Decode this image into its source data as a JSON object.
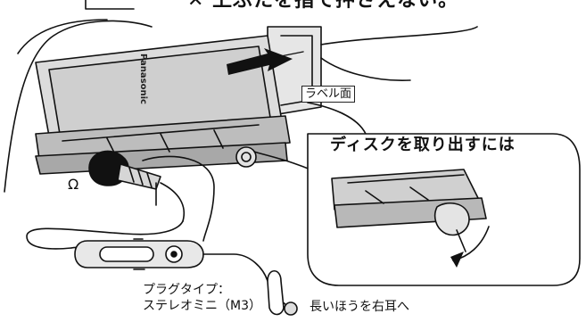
{
  "warning_text": "上ぶたを指で押さえない。",
  "warning_mark": "✕",
  "label_face": "ラベル面",
  "brand": "Panasonic",
  "callout_title": "ディスクを取り出すには",
  "plug_type_line1": "プラグタイプ：",
  "plug_type_line2": "ステレオミニ（M3）",
  "long_side_text": "長いほうを右耳へ",
  "headphone_symbol": "Ω"
}
